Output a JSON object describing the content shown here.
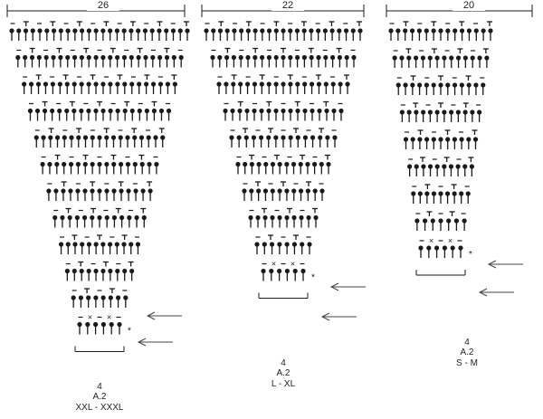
{
  "charts": [
    {
      "id": "xxl",
      "count": "26",
      "repeat": "4",
      "pattern": "A.2",
      "size": "XXL - XXXL",
      "arrows_marked_rows": 2
    },
    {
      "id": "lxl",
      "count": "22",
      "repeat": "4",
      "pattern": "A.2",
      "size": "L - XL",
      "arrows_marked_rows": 2
    },
    {
      "id": "sm",
      "count": "20",
      "repeat": "4",
      "pattern": "A.2",
      "size": "S - M",
      "arrows_marked_rows": 2
    }
  ],
  "symbols": {
    "stitch": "bobble-stitch",
    "chain": "-",
    "tall": "T",
    "cross": "×",
    "star": "*",
    "arrow": "arrow-left"
  }
}
